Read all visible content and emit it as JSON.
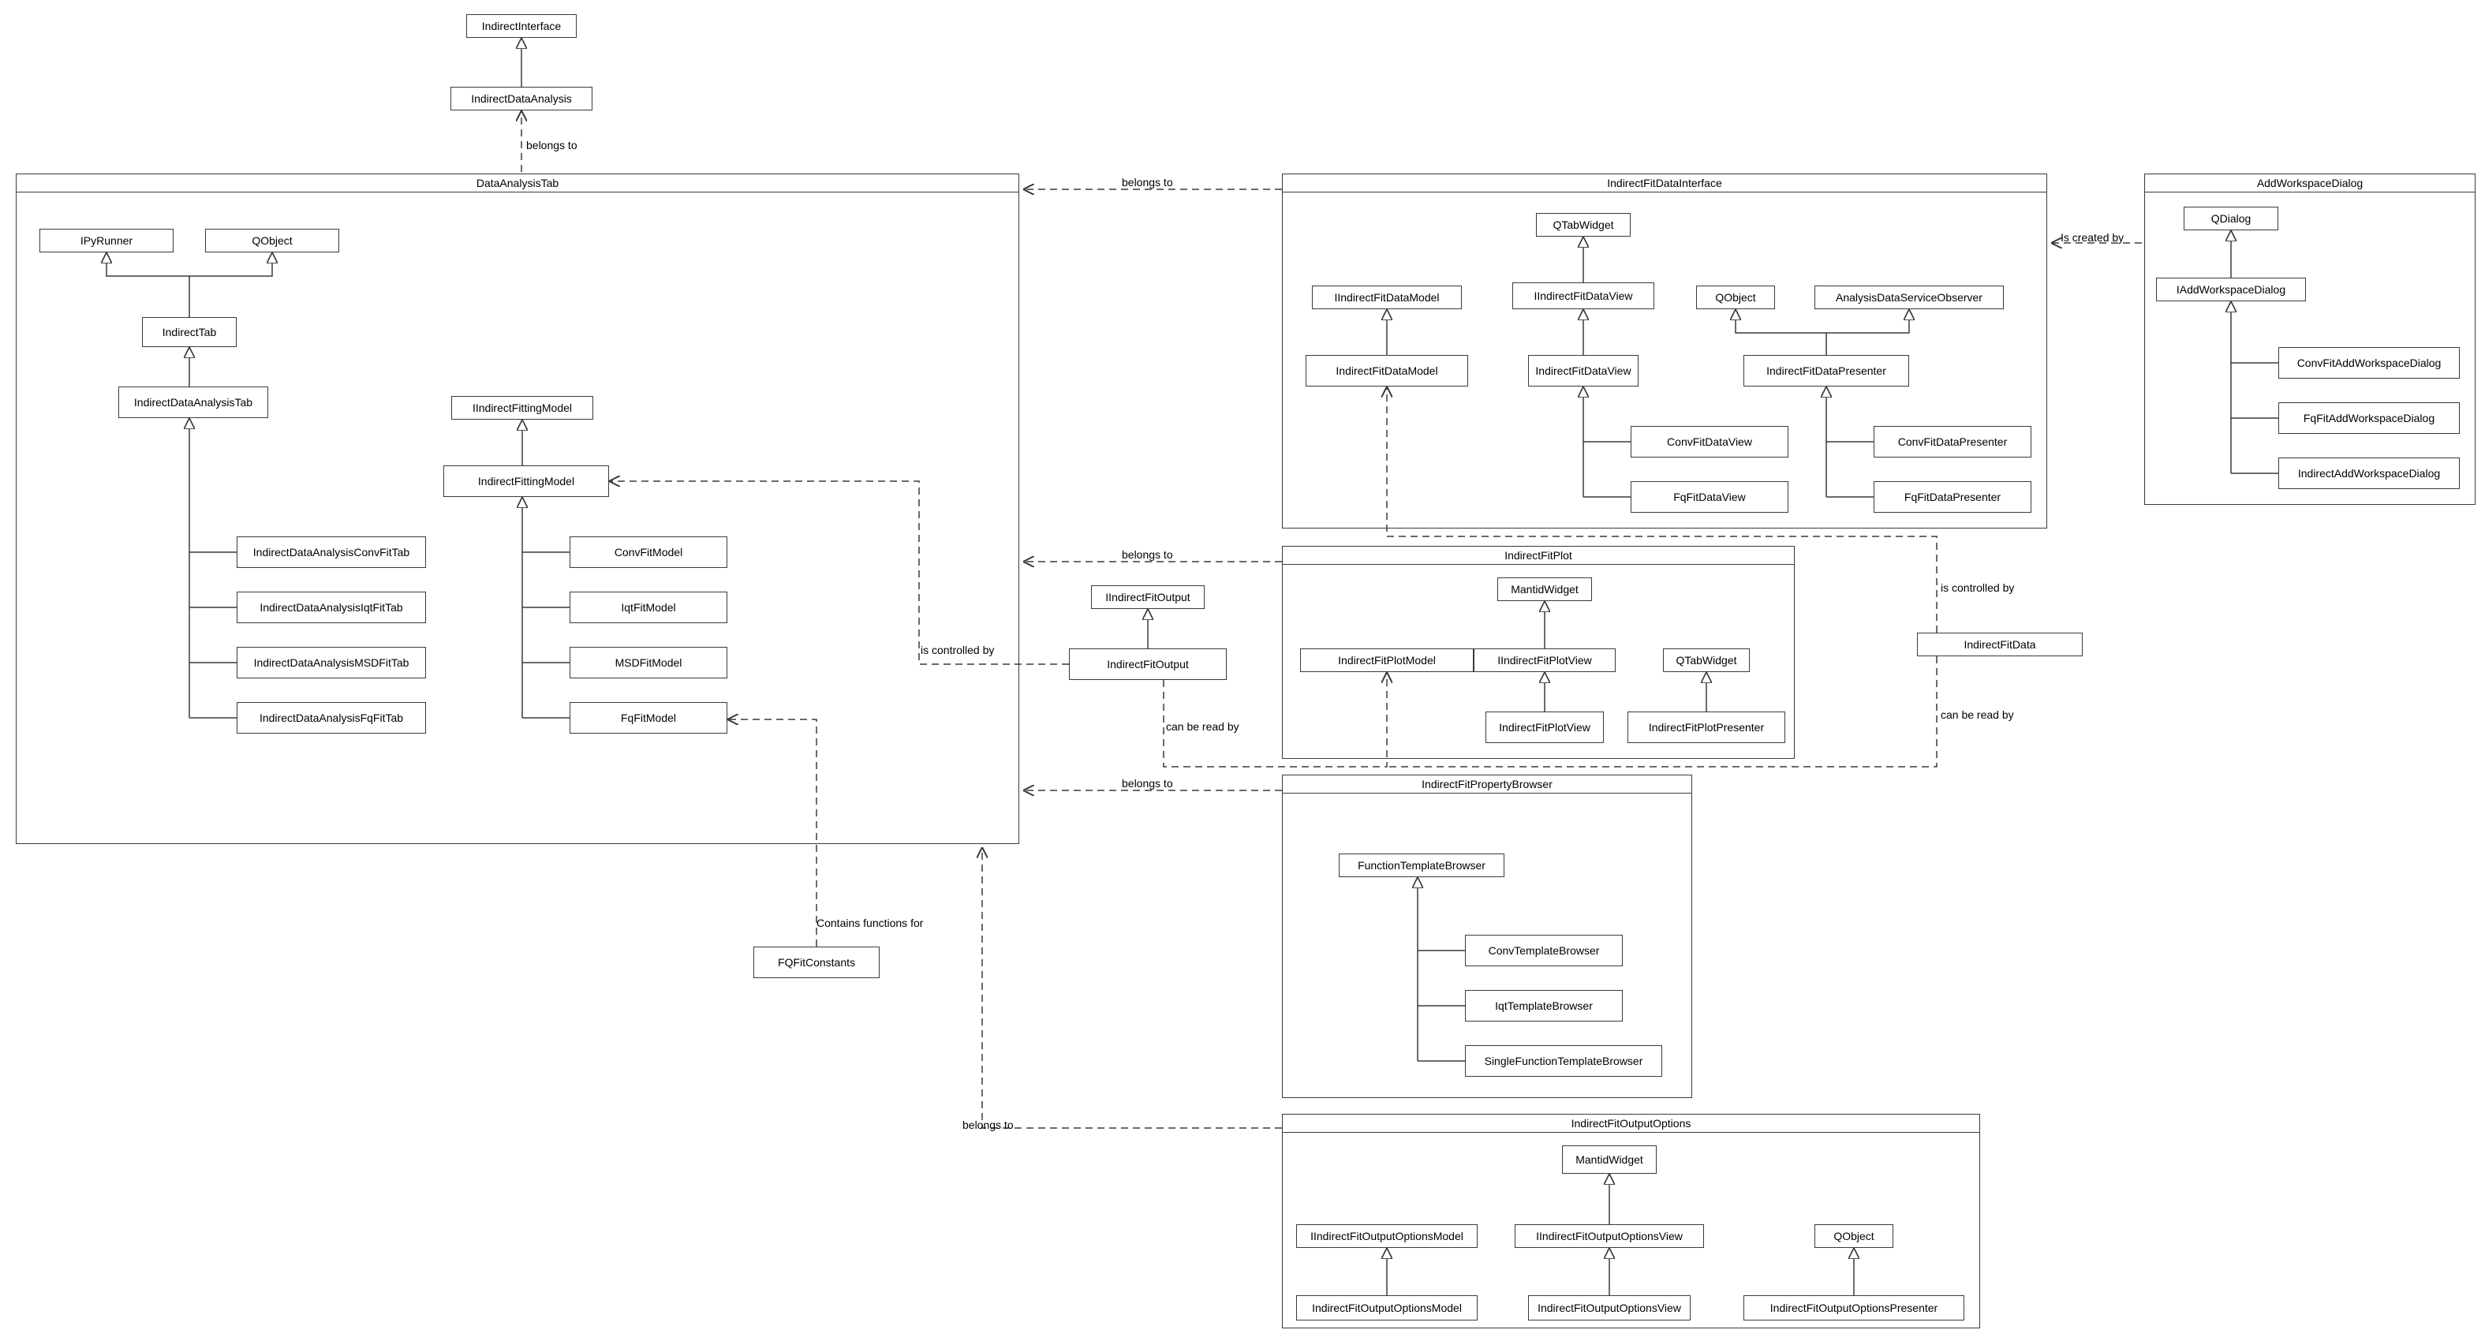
{
  "packages": {
    "dataAnalysisTab": "DataAnalysisTab",
    "fitDataInterface": "IndirectFitDataInterface",
    "addWorkspaceDialog": "AddWorkspaceDialog",
    "fitPlot": "IndirectFitPlot",
    "propertyBrowser": "IndirectFitPropertyBrowser",
    "outputOptions": "IndirectFitOutputOptions"
  },
  "classes": {
    "indirectInterface": "IndirectInterface",
    "indirectDataAnalysis": "IndirectDataAnalysis",
    "iPyRunner": "IPyRunner",
    "qObjectTab": "QObject",
    "indirectTab": "IndirectTab",
    "indirectDataAnalysisTab": "IndirectDataAnalysisTab",
    "convFitTab": "IndirectDataAnalysisConvFitTab",
    "iqtFitTab": "IndirectDataAnalysisIqtFitTab",
    "msdFitTab": "IndirectDataAnalysisMSDFitTab",
    "fqFitTab": "IndirectDataAnalysisFqFitTab",
    "iIndirectFittingModel": "IIndirectFittingModel",
    "indirectFittingModel": "IndirectFittingModel",
    "convFitModel": "ConvFitModel",
    "iqtFitModel": "IqtFitModel",
    "msdFitModel": "MSDFitModel",
    "fqFitModel": "FqFitModel",
    "qTabWidgetData": "QTabWidget",
    "iIndirectFitDataModel": "IIndirectFitDataModel",
    "iIndirectFitDataView": "IIndirectFitDataView",
    "qObjectData": "QObject",
    "adsObserver": "AnalysisDataServiceObserver",
    "indirectFitDataModel": "IndirectFitDataModel",
    "indirectFitDataView": "IndirectFitDataView",
    "indirectFitDataPresenter": "IndirectFitDataPresenter",
    "convFitDataView": "ConvFitDataView",
    "fqFitDataView": "FqFitDataView",
    "convFitDataPresenter": "ConvFitDataPresenter",
    "fqFitDataPresenter": "FqFitDataPresenter",
    "qDialog": "QDialog",
    "iAddWorkspaceDialog": "IAddWorkspaceDialog",
    "convFitAddWs": "ConvFitAddWorkspaceDialog",
    "fqFitAddWs": "FqFitAddWorkspaceDialog",
    "indirectAddWs": "IndirectAddWorkspaceDialog",
    "iIndirectFitOutput": "IIndirectFitOutput",
    "indirectFitOutput": "IndirectFitOutput",
    "mantidWidgetPlot": "MantidWidget",
    "indirectFitPlotModel": "IndirectFitPlotModel",
    "iIndirectFitPlotView": "IIndirectFitPlotView",
    "qTabWidgetPlot": "QTabWidget",
    "indirectFitPlotView": "IndirectFitPlotView",
    "indirectFitPlotPresenter": "IndirectFitPlotPresenter",
    "indirectFitData": "IndirectFitData",
    "functionTemplateBrowser": "FunctionTemplateBrowser",
    "convTemplateBrowser": "ConvTemplateBrowser",
    "iqtTemplateBrowser": "IqtTemplateBrowser",
    "singleFunctionTemplateBrowser": "SingleFunctionTemplateBrowser",
    "fqFitConstants": "FQFitConstants",
    "mantidWidgetOptions": "MantidWidget",
    "iOutputOptionsModel": "IIndirectFitOutputOptionsModel",
    "iOutputOptionsView": "IIndirectFitOutputOptionsView",
    "qObjectOptions": "QObject",
    "outputOptionsModel": "IndirectFitOutputOptionsModel",
    "outputOptionsView": "IndirectFitOutputOptionsView",
    "outputOptionsPresenter": "IndirectFitOutputOptionsPresenter"
  },
  "labels": {
    "belongsToTop": "belongs to",
    "belongsToDataInterface": "belongs to",
    "isCreatedBy": "Is created by",
    "belongsToPlot": "belongs to",
    "isControlledByLeft": "is controlled by",
    "isControlledByRight": "is controlled by",
    "canBeReadByLeft": "can be read by",
    "canBeReadByRight": "can be read by",
    "belongsToBrowser": "belongs to",
    "containsFunctionsFor": "Contains functions for",
    "belongsToOptions": "belongs to"
  },
  "colors": {
    "line": "#3a3a3a",
    "text": "#000000",
    "background": "#ffffff"
  }
}
